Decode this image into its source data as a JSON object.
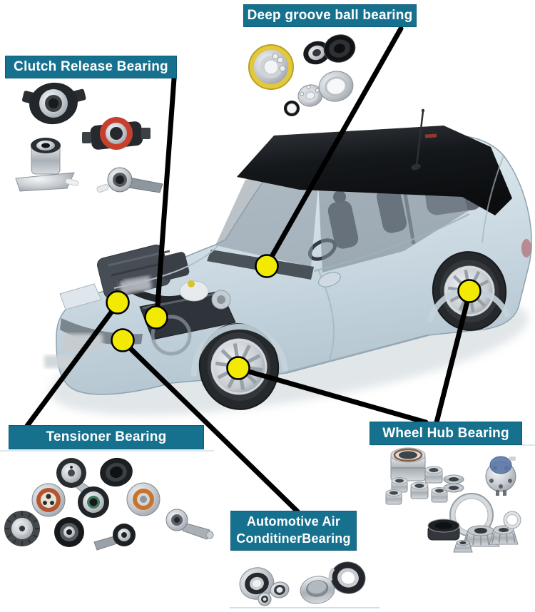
{
  "page": {
    "background": "#ffffff",
    "description": "Automotive bearing locations diagram on semi-transparent cutaway car"
  },
  "style": {
    "label_background": "#16718f",
    "label_border": "#0d5b77",
    "label_text_color": "#ffffff",
    "callout_line_color": "#000000",
    "dot_fill": "#f2ea00",
    "dot_stroke": "#000000",
    "dot_radius": 15.5
  },
  "callouts": [
    {
      "id": "deep-groove",
      "label_lines": [
        "Deep groove ball bearing"
      ],
      "lines": [
        [
          562,
          40,
          375,
          370
        ]
      ],
      "dots": [
        [
          374,
          373
        ]
      ]
    },
    {
      "id": "clutch-release",
      "label_lines": [
        "Clutch Release Bearing"
      ],
      "lines": [
        [
          244,
          110,
          220,
          442
        ]
      ],
      "dots": [
        [
          219,
          445
        ]
      ]
    },
    {
      "id": "tensioner",
      "label_lines": [
        "Tensioner Bearing"
      ],
      "lines": [
        [
          164,
          427,
          38,
          597
        ]
      ],
      "dots": [
        [
          165,
          424
        ]
      ]
    },
    {
      "id": "wheel-hub",
      "label_lines": [
        "Wheel Hub Bearing"
      ],
      "lines": [
        [
          335,
          517,
          597,
          592
        ],
        [
          658,
          411,
          612,
          592
        ]
      ],
      "dots": [
        [
          334,
          516
        ],
        [
          658,
          408
        ]
      ]
    },
    {
      "id": "air-conditioner",
      "label_lines": [
        "Automotive Air",
        "ConditinerBearing"
      ],
      "lines": [
        [
          173,
          479,
          417,
          717
        ]
      ],
      "dots": [
        [
          172,
          477
        ]
      ]
    }
  ],
  "bearing_photos": [
    {
      "id": "deep-groove-photo",
      "content": "ball bearings, one with yellow shielded ring"
    },
    {
      "id": "clutch-release-photo",
      "content": "four clutch release bearing units"
    },
    {
      "id": "tensioner-photo",
      "content": "nine belt tensioner pulleys"
    },
    {
      "id": "wheel-hub-photo",
      "content": "cylindrical bearings, hub unit with blue cap, tapered roller bearings"
    },
    {
      "id": "air-conditioner-photo",
      "content": "five compressor ring bearings"
    }
  ]
}
